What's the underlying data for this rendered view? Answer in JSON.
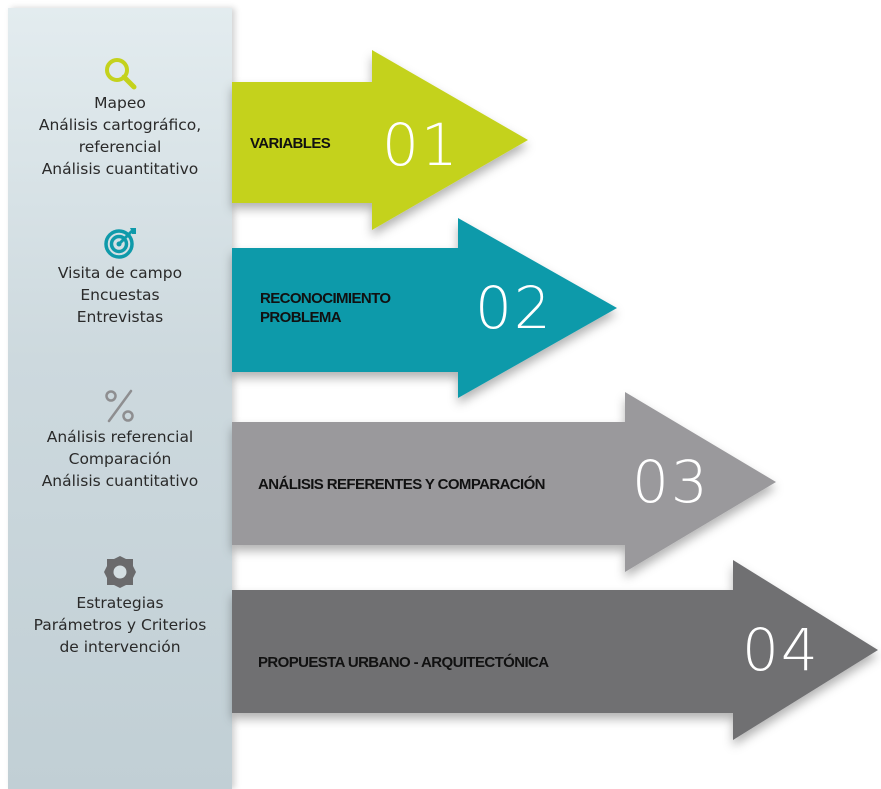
{
  "colors": {
    "step1": "#c4d21c",
    "step2": "#0f9aaa",
    "step3": "#9a999c",
    "step4": "#6f6f72",
    "icon_lime": "#c4d21c",
    "icon_teal": "#0f9aaa",
    "icon_gray": "#8e8e90",
    "icon_dark": "#6a6a6c"
  },
  "side": [
    {
      "icon": "magnifier-icon",
      "lines": [
        "Mapeo",
        "Análisis cartográfico,",
        "referencial",
        "Análisis cuantitativo"
      ]
    },
    {
      "icon": "target-icon",
      "lines": [
        "Visita de campo",
        "Encuestas",
        "Entrevistas"
      ]
    },
    {
      "icon": "percent-icon",
      "lines": [
        "Análisis referencial",
        "Comparación",
        "Análisis cuantitativo"
      ]
    },
    {
      "icon": "gear-icon",
      "lines": [
        "Estrategias",
        "Parámetros y Criterios",
        "de intervención"
      ]
    }
  ],
  "steps": [
    {
      "label_lines": [
        "VARIABLES"
      ],
      "number": "01"
    },
    {
      "label_lines": [
        "RECONOCIMIENTO",
        "PROBLEMA"
      ],
      "number": "02"
    },
    {
      "label_lines": [
        "ANÁLISIS REFERENTES Y COMPARACIÓN"
      ],
      "number": "03"
    },
    {
      "label_lines": [
        "PROPUESTA URBANO - ARQUITECTÓNICA"
      ],
      "number": "04"
    }
  ]
}
